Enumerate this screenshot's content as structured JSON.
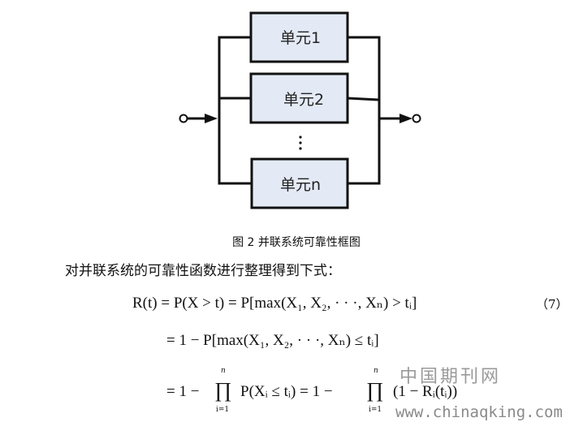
{
  "diagram": {
    "units": [
      "单元1",
      "单元2",
      "单元n"
    ],
    "ellipsis": "⋮",
    "box_fill": "#e4eaf5"
  },
  "caption": "图 2 并联系统可靠性框图",
  "intro": "对并联系统的可靠性函数进行整理得到下式：",
  "equations": {
    "line1": "R(t) = P(X  > t) = P[max(X₁, X₂, · · ·, Xₙ) > tᵢ]",
    "line2": "= 1 − P[max(X₁, X₂, · · ·, Xₙ) ≤ tᵢ]",
    "line3a": "= 1 −",
    "prod1": "∏",
    "prod_upper": "n",
    "prod_lower": "i=1",
    "line3b": "P(Xᵢ ≤ tᵢ) = 1 −",
    "line3c": "(1 − Rᵢ(tᵢ))",
    "number": "（7）"
  },
  "watermark": {
    "name": "中国期刊网",
    "url": "www.chinaqking.com"
  }
}
